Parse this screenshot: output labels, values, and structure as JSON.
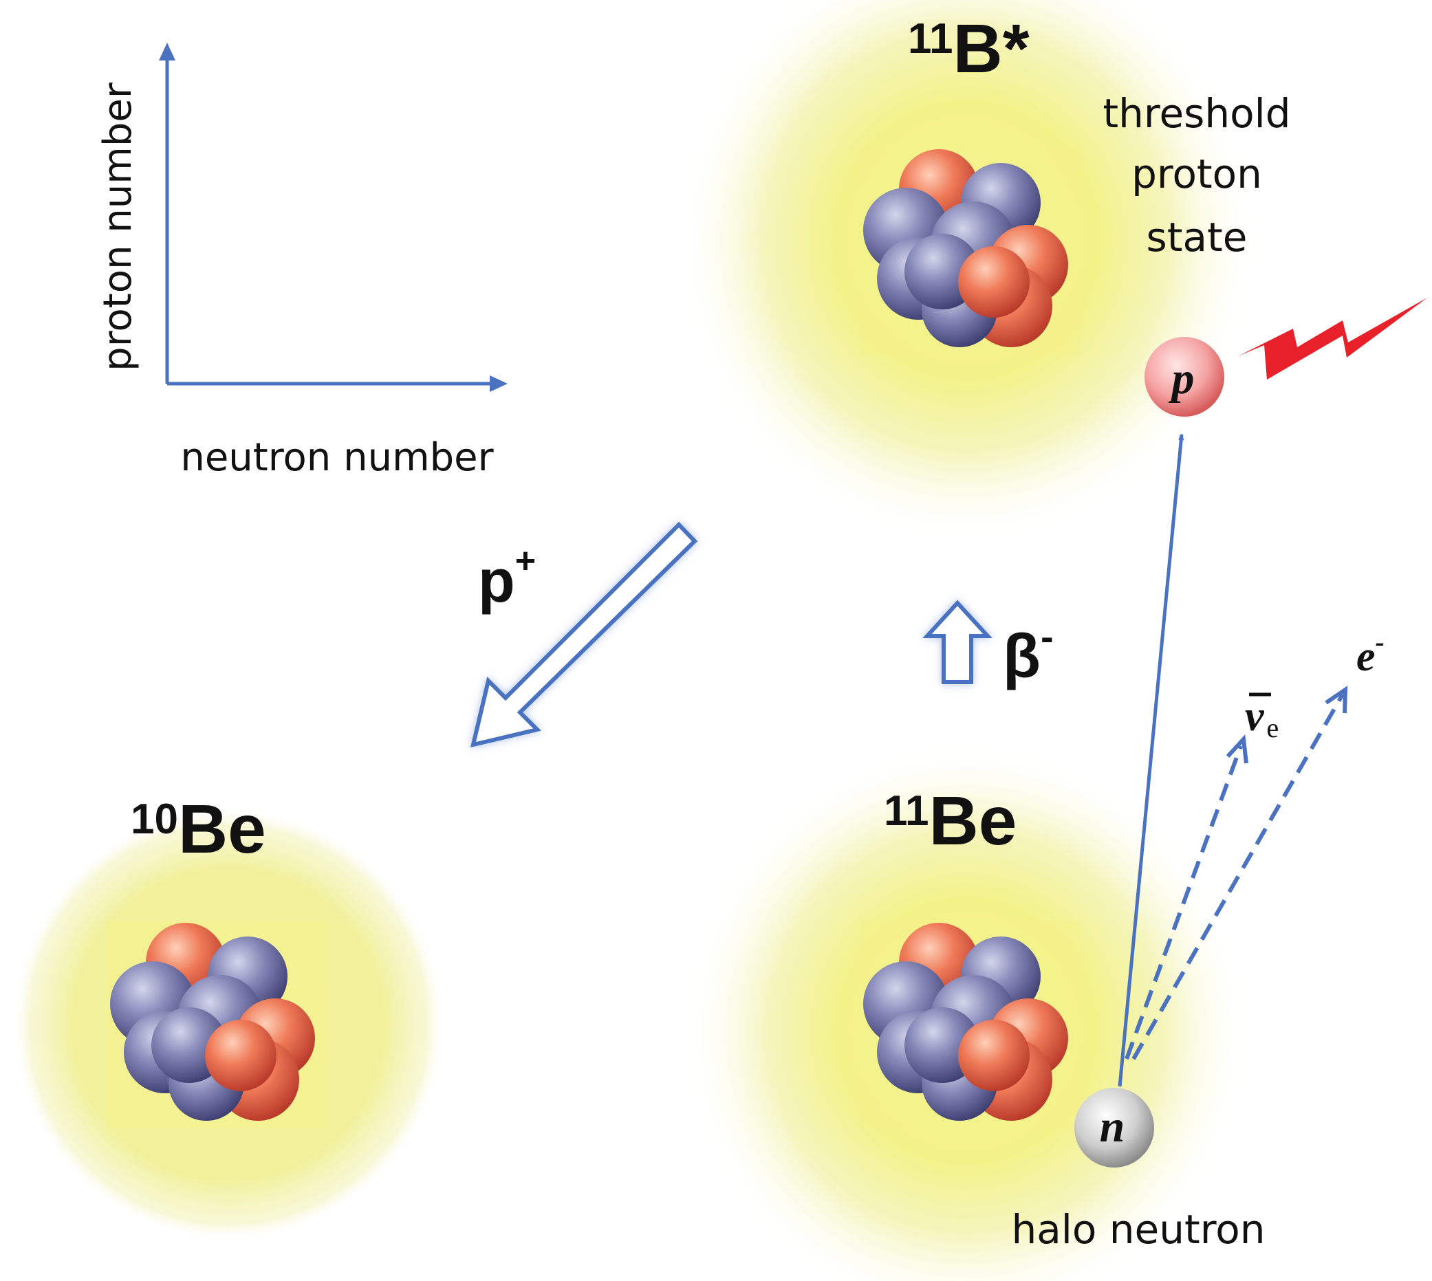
{
  "axes": {
    "x_label": "neutron number",
    "y_label": "proton number"
  },
  "nuclei": {
    "be10": {
      "mass": "10",
      "symbol": "Be"
    },
    "be11": {
      "mass": "11",
      "symbol": "Be"
    },
    "b11": {
      "mass": "11",
      "symbol": "B*"
    }
  },
  "state_label": {
    "line1": "threshold",
    "line2": "proton",
    "line3": "state"
  },
  "halo_label": "halo neutron",
  "decays": {
    "proton_emission": {
      "symbol": "p",
      "charge": "+"
    },
    "beta": {
      "symbol": "β",
      "charge": "-"
    }
  },
  "particles": {
    "proton": "p",
    "neutron": "n",
    "electron": {
      "symbol": "e",
      "charge": "-"
    },
    "antineutrino": {
      "symbol": "ν",
      "subscript": "e"
    }
  },
  "colors": {
    "arrow_blue": "#4a72c0",
    "halo_yellow": "#eef08a",
    "proton_red": "#e8604a",
    "neutron_blue": "#6a6ea0",
    "bolt_red": "#e8202a"
  }
}
